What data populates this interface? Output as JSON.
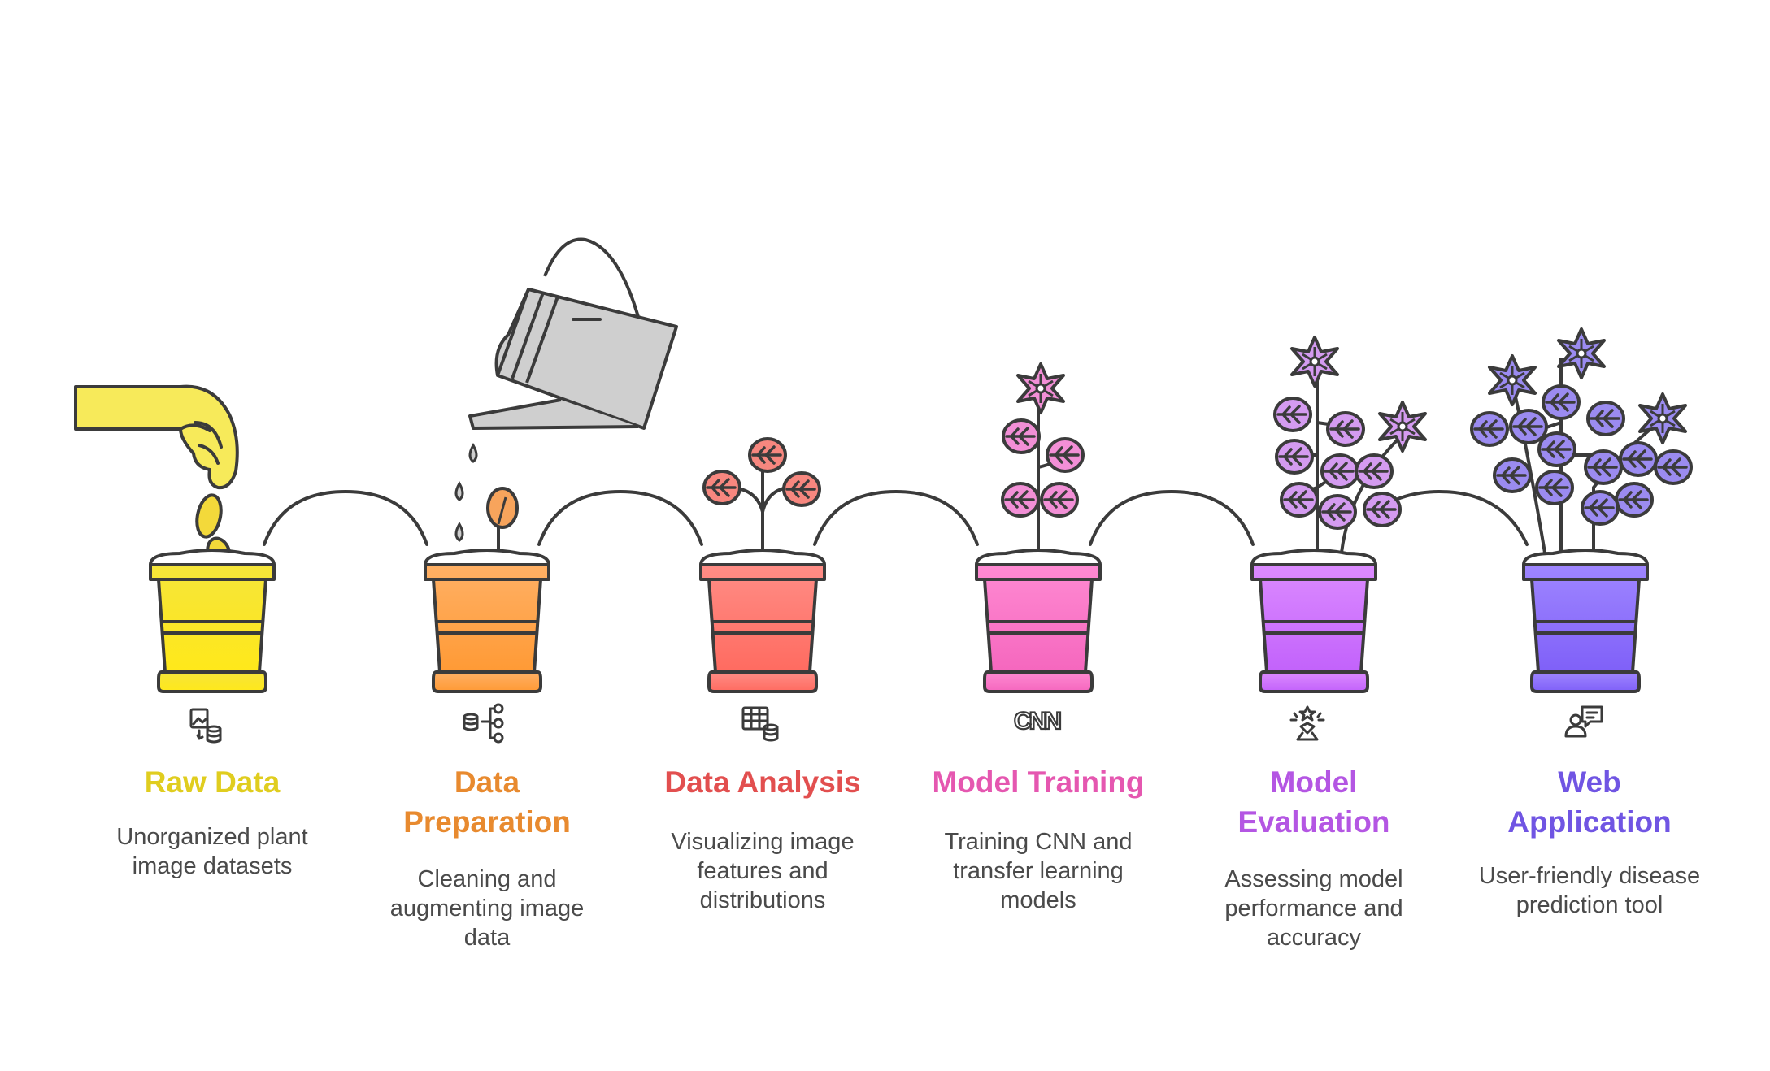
{
  "stages": [
    {
      "title_lines": [
        "Raw Data"
      ],
      "desc_lines": [
        "Unorganized plant",
        "image datasets"
      ],
      "icon": "image-database-icon",
      "color": "#e0cd1f",
      "pot_top": "#f5e53a",
      "pot_bottom": "#ffe81a"
    },
    {
      "title_lines": [
        "Data",
        "Preparation"
      ],
      "desc_lines": [
        "Cleaning and",
        "augmenting image",
        "data"
      ],
      "icon": "data-pipeline-icon",
      "color": "#e88a2f",
      "pot_top": "#ffb065",
      "pot_bottom": "#ff9a35"
    },
    {
      "title_lines": [
        "Data Analysis"
      ],
      "desc_lines": [
        "Visualizing image",
        "features and",
        "distributions"
      ],
      "icon": "table-database-icon",
      "color": "#e24f4f",
      "pot_top": "#ff8d86",
      "pot_bottom": "#ff6b60"
    },
    {
      "title_lines": [
        "Model Training"
      ],
      "desc_lines": [
        "Training CNN and",
        "transfer learning",
        "models"
      ],
      "icon": "cnn-icon",
      "color": "#e557b0",
      "pot_top": "#ff8ad2",
      "pot_bottom": "#f567be"
    },
    {
      "title_lines": [
        "Model",
        "Evaluation"
      ],
      "desc_lines": [
        "Assessing model",
        "performance and",
        "accuracy"
      ],
      "icon": "award-stars-icon",
      "color": "#b456e3",
      "pot_top": "#dc8bff",
      "pot_bottom": "#c262fb"
    },
    {
      "title_lines": [
        "Web",
        "Application"
      ],
      "desc_lines": [
        "User-friendly disease",
        "prediction tool"
      ],
      "icon": "user-chat-icon",
      "color": "#7055e3",
      "pot_top": "#9f86ff",
      "pot_bottom": "#7f60f8"
    }
  ],
  "icons_text": {
    "cnn": "CNN"
  }
}
